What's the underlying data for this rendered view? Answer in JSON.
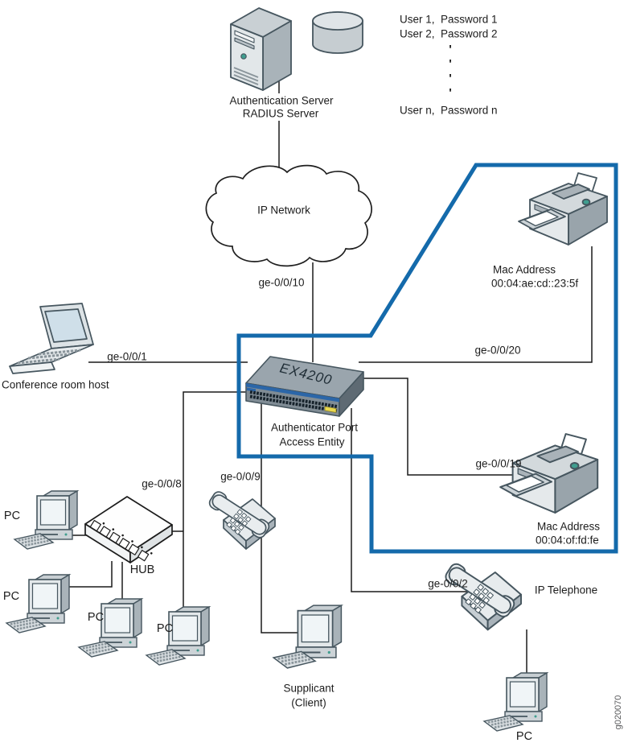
{
  "colors": {
    "boundary_blue": "#146aab",
    "line_black": "#1a1a1a",
    "switch_stripe_blue": "#2b66a8",
    "switch_uplink_yellow": "#ead94f",
    "led_green": "#3f9e8f"
  },
  "user_table": {
    "row1": "User 1,  Password 1",
    "row2": "User 2,  Password 2",
    "ellipsis": [
      "'",
      "'",
      "'",
      "'"
    ],
    "row_n": "User n,  Password n"
  },
  "auth_server": {
    "line1": "Authentication Server",
    "line2": "RADIUS Server"
  },
  "cloud": {
    "label": "IP Network"
  },
  "switch": {
    "model": "EX4200",
    "role_line1": "Authenticator Port",
    "role_line2": "Access Entity"
  },
  "laptop": {
    "label": "Conference room host"
  },
  "printer_top": {
    "mac_title": "Mac Address",
    "mac": "00:04:ae:cd::23:5f"
  },
  "printer_bottom": {
    "mac_title": "Mac Address",
    "mac": "00:04:of:fd:fe"
  },
  "hub": {
    "label": "HUB"
  },
  "ip_phone": {
    "label": "IP Telephone"
  },
  "supplicant": {
    "line1": "Supplicant",
    "line2": "(Client)"
  },
  "pc_labels": {
    "pc1": "PC",
    "pc2": "PC",
    "pc3": "PC",
    "pc4": "PC",
    "pc_ip_phone": "PC"
  },
  "ports": {
    "ge_0_0_10": "ge-0/0/10",
    "ge_0_0_1": "ge-0/0/1",
    "ge_0_0_20": "ge-0/0/20",
    "ge_0_0_19": "ge-0/0/19",
    "ge_0_0_8": "ge-0/0/8",
    "ge_0_0_9": "ge-0/0/9",
    "ge_0_0_2": "ge-0/0/2"
  },
  "figure_id": "g020070"
}
